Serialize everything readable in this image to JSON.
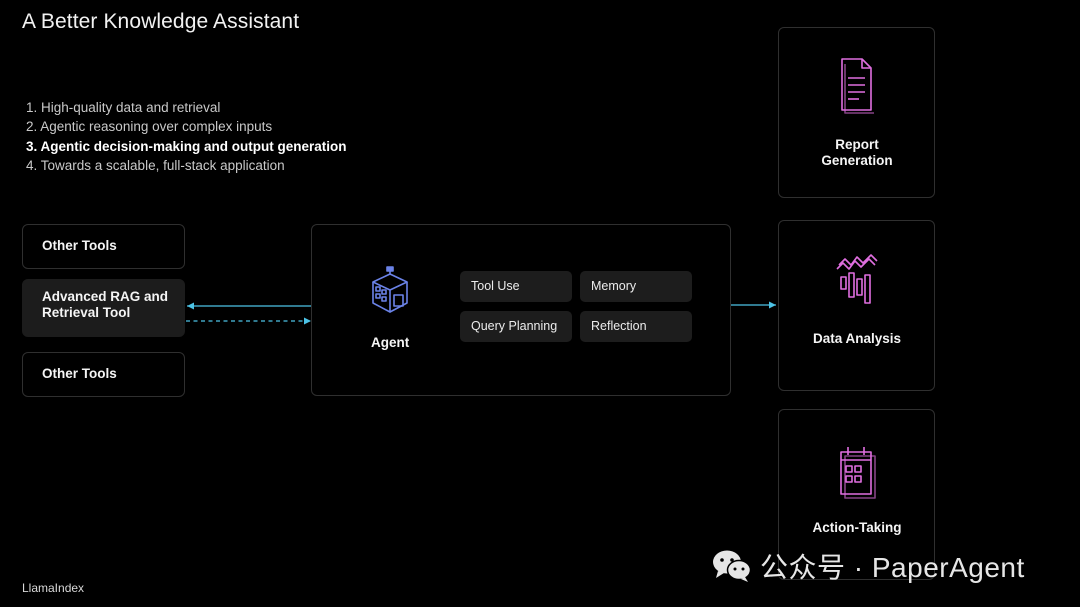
{
  "title": "A Better Knowledge Assistant",
  "steps": [
    {
      "text": "1. High-quality data and retrieval",
      "bold": false
    },
    {
      "text": "2. Agentic reasoning over complex inputs",
      "bold": false
    },
    {
      "text": "3. Agentic decision-making and output generation",
      "bold": true
    },
    {
      "text": "4. Towards a scalable, full-stack application",
      "bold": false
    }
  ],
  "tools": {
    "top": "Other Tools",
    "rag_line1": "Advanced RAG and",
    "rag_line2": "Retrieval Tool",
    "bottom": "Other Tools"
  },
  "agent": {
    "label": "Agent",
    "chips": [
      "Tool Use",
      "Memory",
      "Query Planning",
      "Reflection"
    ]
  },
  "outputs": {
    "report_line1": "Report",
    "report_line2": "Generation",
    "data": "Data Analysis",
    "action": "Action-Taking"
  },
  "footer": "LlamaIndex",
  "watermark": "公众号 · PaperAgent",
  "colors": {
    "background": "#000000",
    "card_border": "#2f2f2f",
    "chip_bg": "#1d1d1d",
    "arrow": "#4cc3e6",
    "icon_pink": "#e06fe0",
    "icon_blue": "#6b83e8"
  }
}
